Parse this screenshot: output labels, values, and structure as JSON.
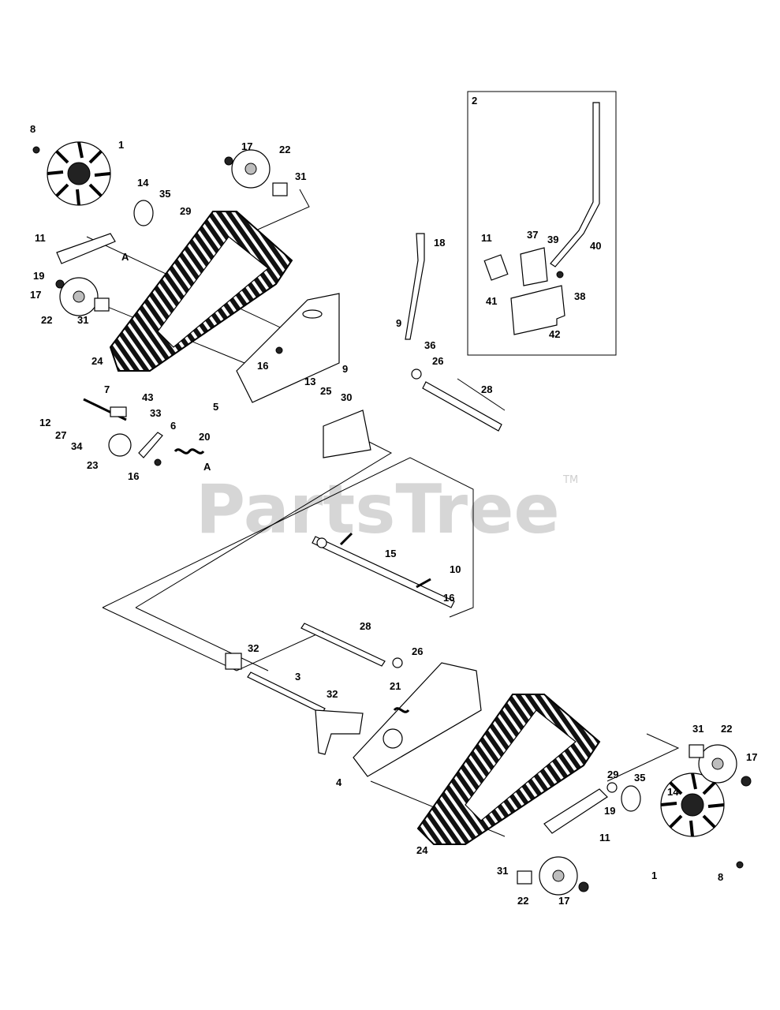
{
  "watermark": "PartsTree",
  "trademark": "TM",
  "inset_label": "2",
  "callout_letter": "A",
  "callouts": {
    "n1": "1",
    "n3": "3",
    "n4": "4",
    "n5": "5",
    "n6": "6",
    "n7": "7",
    "n8": "8",
    "n9": "9",
    "n10": "10",
    "n11": "11",
    "n12": "12",
    "n13": "13",
    "n14": "14",
    "n15": "15",
    "n16": "16",
    "n17": "17",
    "n18": "18",
    "n19": "19",
    "n20": "20",
    "n21": "21",
    "n22": "22",
    "n23": "23",
    "n24": "24",
    "n25": "25",
    "n26": "26",
    "n27": "27",
    "n28": "28",
    "n29": "29",
    "n30": "30",
    "n31": "31",
    "n32": "32",
    "n33": "33",
    "n34": "34",
    "n35": "35",
    "n36": "36",
    "n37": "37",
    "n38": "38",
    "n39": "39",
    "n40": "40",
    "n41": "41",
    "n42": "42",
    "n43": "43"
  }
}
